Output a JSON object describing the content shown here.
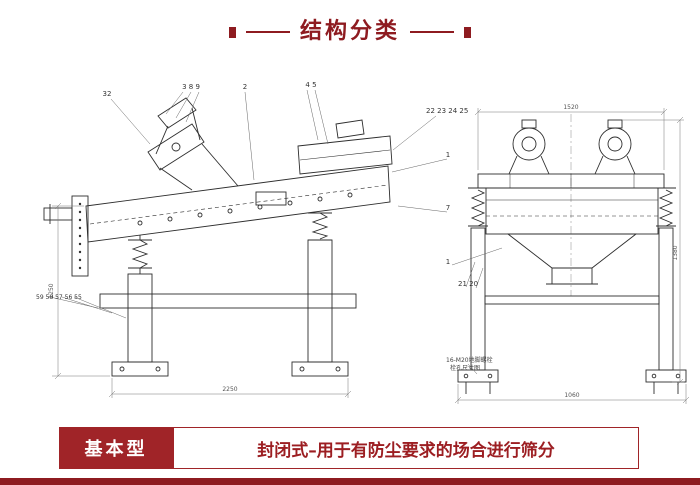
{
  "page": {
    "background": "#ffffff",
    "accent": "#8e1b20",
    "accent_bright": "#a02428"
  },
  "header": {
    "title": "结构分类"
  },
  "drawing": {
    "callouts": [
      "32",
      "3 8 9",
      "2",
      "4 5",
      "22 23 24 25",
      "1",
      "7",
      "1",
      "21 20",
      "59 58 57 56 55"
    ],
    "dims": [
      "2250",
      "1250",
      "1520",
      "1060",
      "1380"
    ],
    "notes": [
      "16-M20地脚螺栓",
      "栓孔尺寸图"
    ]
  },
  "footer": {
    "label": "基本型",
    "description": "封闭式–用于有防尘要求的场合进行筛分"
  }
}
